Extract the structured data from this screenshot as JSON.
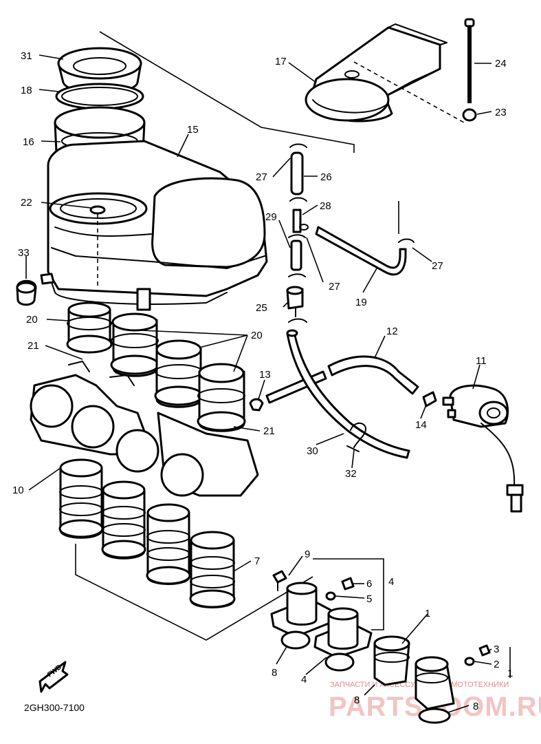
{
  "diagram_code": "2GH300-7100",
  "fwd_label": "FWD",
  "watermark": {
    "caption": "ЗАПЧАСТИ И АКСЕССУАРЫ ДЛЯ МОТОТЕХНИКИ",
    "brand": "PARTSZOOM.RU"
  },
  "callouts": {
    "c31": "31",
    "c18": "18",
    "c16": "16",
    "c22": "22",
    "c33": "33",
    "c20a": "20",
    "c21a": "21",
    "c20b": "20",
    "c21b": "21",
    "c15": "15",
    "c17": "17",
    "c24": "24",
    "c23": "23",
    "c27a": "27",
    "c26": "26",
    "c28": "28",
    "c29": "29",
    "c27b": "27",
    "c27c": "27",
    "c25": "25",
    "c19": "19",
    "c12": "12",
    "c11": "11",
    "c13": "13",
    "c14": "14",
    "c30": "30",
    "c32": "32",
    "c10": "10",
    "c7": "7",
    "c9": "9",
    "c6": "6",
    "c4": "4",
    "c5": "5",
    "c1a": "1",
    "c1b": "1",
    "c3": "3",
    "c2": "2",
    "c8a": "8",
    "c4b": "4",
    "c8b": "8",
    "c8c": "8"
  }
}
